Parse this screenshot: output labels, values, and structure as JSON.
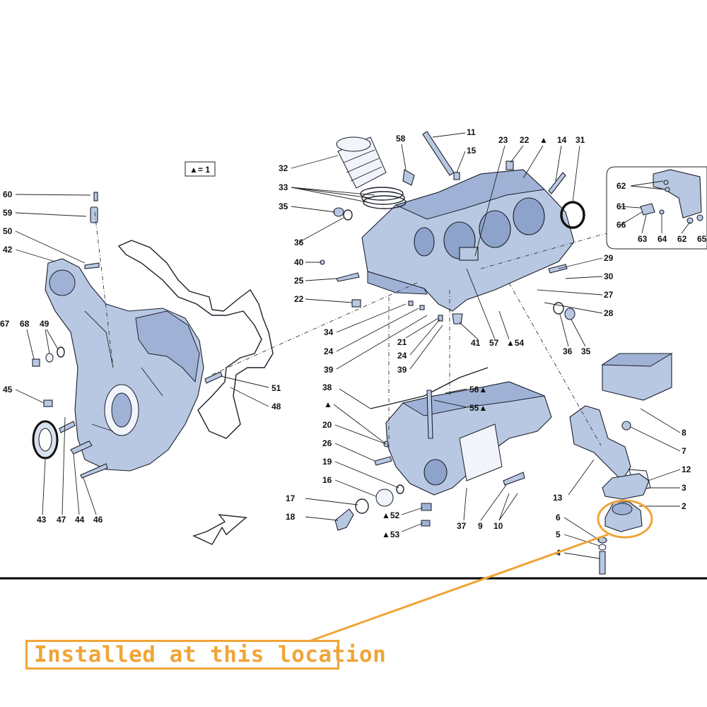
{
  "legend": {
    "symbol": "▲",
    "text": "= 1"
  },
  "callout": {
    "text": "Installed at this location",
    "color": "#f0a537"
  },
  "colors": {
    "part_fill": "#b9c8e2",
    "line": "#1a1f2b",
    "highlight": "#f0a537",
    "divider": "#000000"
  },
  "labels": [
    {
      "id": "60",
      "text": "60"
    },
    {
      "id": "59",
      "text": "59"
    },
    {
      "id": "50",
      "text": "50"
    },
    {
      "id": "42",
      "text": "42"
    },
    {
      "id": "67",
      "text": "67"
    },
    {
      "id": "68",
      "text": "68"
    },
    {
      "id": "49",
      "text": "49"
    },
    {
      "id": "45",
      "text": "45"
    },
    {
      "id": "43",
      "text": "43"
    },
    {
      "id": "47",
      "text": "47"
    },
    {
      "id": "44",
      "text": "44"
    },
    {
      "id": "46",
      "text": "46"
    },
    {
      "id": "51",
      "text": "51"
    },
    {
      "id": "48",
      "text": "48"
    },
    {
      "id": "32",
      "text": "32"
    },
    {
      "id": "33",
      "text": "33"
    },
    {
      "id": "35a",
      "text": "35"
    },
    {
      "id": "36a",
      "text": "36"
    },
    {
      "id": "40",
      "text": "40"
    },
    {
      "id": "25",
      "text": "25"
    },
    {
      "id": "22a",
      "text": "22"
    },
    {
      "id": "34",
      "text": "34"
    },
    {
      "id": "24a",
      "text": "24"
    },
    {
      "id": "39a",
      "text": "39"
    },
    {
      "id": "21",
      "text": "21"
    },
    {
      "id": "24b",
      "text": "24"
    },
    {
      "id": "39b",
      "text": "39"
    },
    {
      "id": "58",
      "text": "58"
    },
    {
      "id": "11",
      "text": "11"
    },
    {
      "id": "15",
      "text": "15"
    },
    {
      "id": "23",
      "text": "23"
    },
    {
      "id": "22b",
      "text": "22"
    },
    {
      "id": "tri1",
      "text": "▲"
    },
    {
      "id": "14",
      "text": "14"
    },
    {
      "id": "31",
      "text": "31"
    },
    {
      "id": "62a",
      "text": "62"
    },
    {
      "id": "61",
      "text": "61"
    },
    {
      "id": "66",
      "text": "66"
    },
    {
      "id": "63",
      "text": "63"
    },
    {
      "id": "64",
      "text": "64"
    },
    {
      "id": "62b",
      "text": "62"
    },
    {
      "id": "65",
      "text": "65"
    },
    {
      "id": "29",
      "text": "29"
    },
    {
      "id": "30",
      "text": "30"
    },
    {
      "id": "27",
      "text": "27"
    },
    {
      "id": "28",
      "text": "28"
    },
    {
      "id": "41",
      "text": "41"
    },
    {
      "id": "57",
      "text": "57"
    },
    {
      "id": "54",
      "text": "▲54"
    },
    {
      "id": "36b",
      "text": "36"
    },
    {
      "id": "35b",
      "text": "35"
    },
    {
      "id": "38",
      "text": "38"
    },
    {
      "id": "56",
      "text": "56▲"
    },
    {
      "id": "55",
      "text": "55▲"
    },
    {
      "id": "tri2",
      "text": "▲"
    },
    {
      "id": "20",
      "text": "20"
    },
    {
      "id": "26",
      "text": "26"
    },
    {
      "id": "19",
      "text": "19"
    },
    {
      "id": "16",
      "text": "16"
    },
    {
      "id": "17",
      "text": "17"
    },
    {
      "id": "18",
      "text": "18"
    },
    {
      "id": "52",
      "text": "▲52"
    },
    {
      "id": "53",
      "text": "▲53"
    },
    {
      "id": "37",
      "text": "37"
    },
    {
      "id": "9",
      "text": "9"
    },
    {
      "id": "10",
      "text": "10"
    },
    {
      "id": "8",
      "text": "8"
    },
    {
      "id": "7",
      "text": "7"
    },
    {
      "id": "12",
      "text": "12"
    },
    {
      "id": "13",
      "text": "13"
    },
    {
      "id": "3",
      "text": "3"
    },
    {
      "id": "2",
      "text": "2"
    },
    {
      "id": "6",
      "text": "6"
    },
    {
      "id": "5",
      "text": "5"
    },
    {
      "id": "4",
      "text": "4"
    }
  ]
}
